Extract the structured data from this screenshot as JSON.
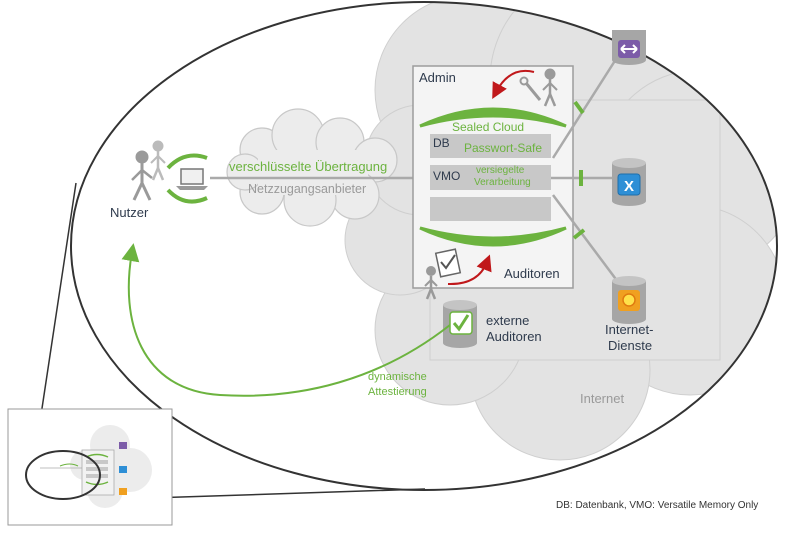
{
  "labels": {
    "user": "Nutzer",
    "encrypted_transfer": "verschlüsselte  Übertragung",
    "network_provider": "Netzzugangsanbieter",
    "admin": "Admin",
    "sealed_cloud": "Sealed Cloud",
    "db": "DB",
    "password_safe": "Passwort-Safe",
    "vmo": "VMO",
    "sealed_processing_1": "versiegelte",
    "sealed_processing_2": "Verarbeitung",
    "auditors": "Auditoren",
    "external_auditors_1": "externe",
    "external_auditors_2": "Auditoren",
    "internet_services_1": "Internet-",
    "internet_services_2": "Dienste",
    "internet": "Internet",
    "attestation_1": "dynamische",
    "attestation_2": "Attestierung",
    "footnote": "DB: Datenbank, VMO: Versatile Memory Only"
  },
  "colors": {
    "green": "#6cb33f",
    "cloud": "#e3e3e3",
    "box_grey": "#c8c8c8",
    "dark_text": "#2f3b4d",
    "red_arrow": "#c0181b",
    "purple_db": "#7c5ca8",
    "blue_db": "#2e8fd6",
    "orange_db": "#f0a020"
  },
  "icons": [
    "person-icon",
    "laptop-icon",
    "wrench-icon",
    "clipboard-icon",
    "checkmark-icon",
    "database-icon",
    "x-icon",
    "sun-icon",
    "arrows-icon"
  ]
}
